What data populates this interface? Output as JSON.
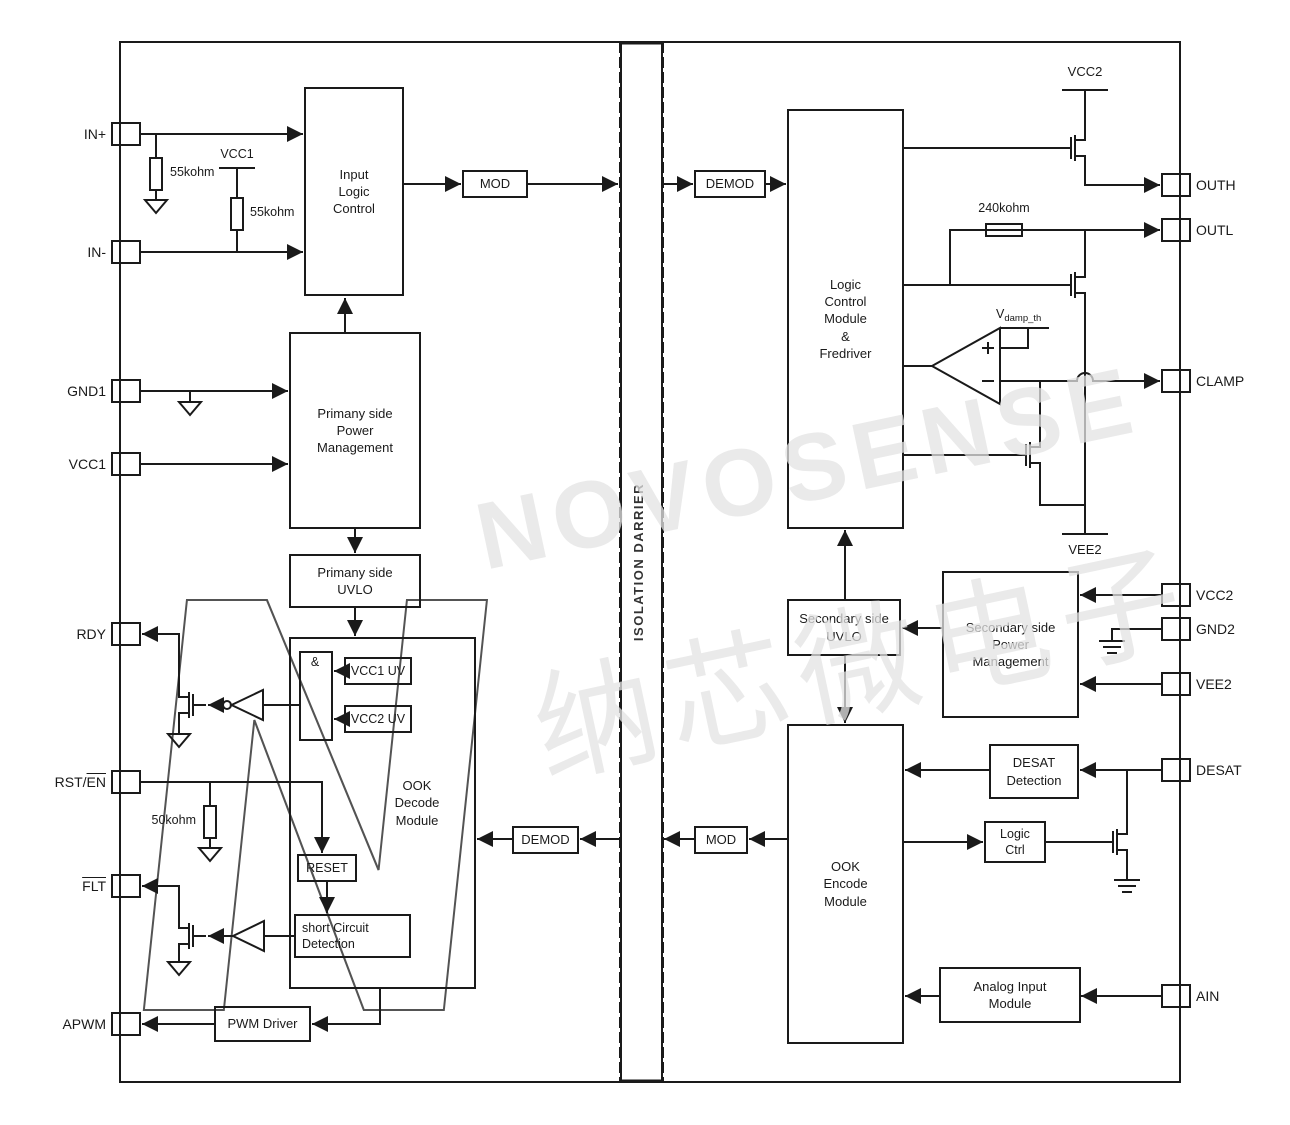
{
  "watermark": {
    "brand": "NOVOSENSE",
    "cn": "纳芯微电子"
  },
  "barrier_label": "ISOLATION DARRIER",
  "colors": {
    "barrier_fill": "#c9c9c9",
    "line": "#1a1a1a",
    "watermark": "#e3e3e3"
  },
  "pins": {
    "left": {
      "in_p": "IN+",
      "in_n": "IN-",
      "gnd1": "GND1",
      "vcc1": "VCC1",
      "rdy": "RDY",
      "rst_base": "RST/",
      "rst_over": "EN",
      "flt": "FLT",
      "apwm": "APWM"
    },
    "right": {
      "outh": "OUTH",
      "outl": "OUTL",
      "clamp": "CLAMP",
      "vcc2": "VCC2",
      "gnd2": "GND2",
      "vee2": "VEE2",
      "desat": "DESAT",
      "ain": "AIN"
    }
  },
  "rails": {
    "vcc2_top": "VCC2",
    "vee2_bottom": "VEE2",
    "vdamp_base": "V",
    "vdamp_sub": "damp_th"
  },
  "resistors": {
    "r1": "55kohm",
    "r2": "55kohm",
    "r2_rail": "VCC1",
    "r3": "240kohm",
    "r4": "50kohm"
  },
  "blocks": {
    "input_logic": [
      "Input",
      "Logic",
      "Control"
    ],
    "mod_top": "MOD",
    "demod_top": "DEMOD",
    "pri_pm": [
      "Primany side",
      "Power",
      "Management"
    ],
    "pri_uvlo": [
      "Primany side",
      "UVLO"
    ],
    "ook_decode": [
      "OOK",
      "Decode",
      "Module"
    ],
    "and_gate": "&",
    "vcc1_uv": "VCC1 UV",
    "vcc2_uv": "VCC2 UV",
    "reset": "RESET",
    "scd": [
      "short Circuit",
      "Detection"
    ],
    "pwm": "PWM Driver",
    "demod_bot": "DEMOD",
    "mod_bot": "MOD",
    "logic_ctrl_mod": [
      "Logic",
      "Control",
      "Module",
      "&",
      "Fredriver"
    ],
    "sec_uvlo": [
      "Secondary side",
      "UVLO"
    ],
    "sec_pm": [
      "Secondary side",
      "Power",
      "Management"
    ],
    "ook_encode": [
      "OOK",
      "Encode",
      "Module"
    ],
    "desat_det": [
      "DESAT",
      "Detection"
    ],
    "logic_ctrl": [
      "Logic",
      "Ctrl"
    ],
    "ain_mod": [
      "Analog Input",
      "Module"
    ]
  }
}
